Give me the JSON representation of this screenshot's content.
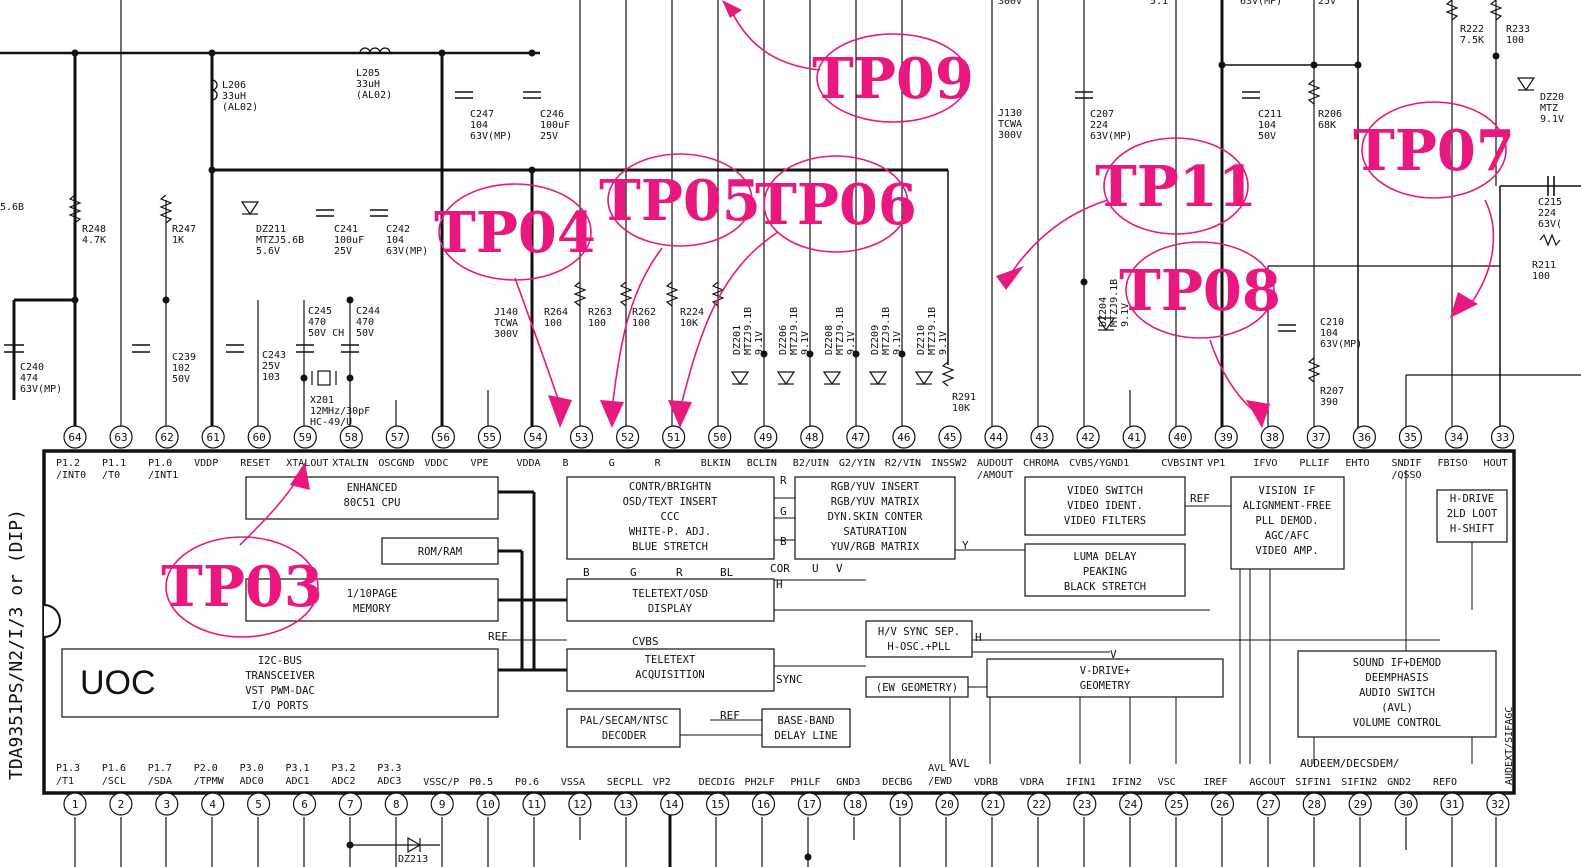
{
  "pins_top": [
    {
      "n": "64",
      "label": "P1.2\n/INT0"
    },
    {
      "n": "63",
      "label": "P1.1\n/T0"
    },
    {
      "n": "62",
      "label": "P1.0\n/INT1"
    },
    {
      "n": "61",
      "label": "VDDP"
    },
    {
      "n": "60",
      "label": "RESET"
    },
    {
      "n": "59",
      "label": "XTALOUT"
    },
    {
      "n": "58",
      "label": "XTALIN"
    },
    {
      "n": "57",
      "label": "OSCGND"
    },
    {
      "n": "56",
      "label": "VDDC"
    },
    {
      "n": "55",
      "label": "VPE"
    },
    {
      "n": "54",
      "label": "VDDA"
    },
    {
      "n": "53",
      "label": "B"
    },
    {
      "n": "52",
      "label": "G"
    },
    {
      "n": "51",
      "label": "R"
    },
    {
      "n": "50",
      "label": "BLKIN"
    },
    {
      "n": "49",
      "label": "BCLIN"
    },
    {
      "n": "48",
      "label": "B2/UIN"
    },
    {
      "n": "47",
      "label": "G2/YIN"
    },
    {
      "n": "46",
      "label": "R2/VIN"
    },
    {
      "n": "45",
      "label": "INSSW2"
    },
    {
      "n": "44",
      "label": "AUDOUT\n/AMOUT"
    },
    {
      "n": "43",
      "label": "CHROMA"
    },
    {
      "n": "42",
      "label": "CVBS/YGND1"
    },
    {
      "n": "41",
      "label": ""
    },
    {
      "n": "40",
      "label": "CVBSINT"
    },
    {
      "n": "39",
      "label": "VP1"
    },
    {
      "n": "38",
      "label": "IFVO"
    },
    {
      "n": "37",
      "label": "PLLIF"
    },
    {
      "n": "36",
      "label": "EHTO"
    },
    {
      "n": "35",
      "label": "SNDIF\n/QSSO"
    },
    {
      "n": "34",
      "label": "FBISO"
    },
    {
      "n": "33",
      "label": "HOUT"
    }
  ],
  "pins_bottom": [
    {
      "n": "1",
      "label": "P1.3\n/T1"
    },
    {
      "n": "2",
      "label": "P1.6\n/SCL"
    },
    {
      "n": "3",
      "label": "P1.7\n/SDA"
    },
    {
      "n": "4",
      "label": "P2.0\n/TPMW"
    },
    {
      "n": "5",
      "label": "P3.0\nADC0"
    },
    {
      "n": "6",
      "label": "P3.1\nADC1"
    },
    {
      "n": "7",
      "label": "P3.2\nADC2"
    },
    {
      "n": "8",
      "label": "P3.3\nADC3"
    },
    {
      "n": "9",
      "label": "VSSC/P"
    },
    {
      "n": "10",
      "label": "P0.5"
    },
    {
      "n": "11",
      "label": "P0.6"
    },
    {
      "n": "12",
      "label": "VSSA"
    },
    {
      "n": "13",
      "label": "SECPLL"
    },
    {
      "n": "14",
      "label": "VP2"
    },
    {
      "n": "15",
      "label": "DECDIG"
    },
    {
      "n": "16",
      "label": "PH2LF"
    },
    {
      "n": "17",
      "label": "PH1LF"
    },
    {
      "n": "18",
      "label": "GND3"
    },
    {
      "n": "19",
      "label": "DECBG"
    },
    {
      "n": "20",
      "label": "AVL\n/EWD"
    },
    {
      "n": "21",
      "label": "VDRB"
    },
    {
      "n": "22",
      "label": "VDRA"
    },
    {
      "n": "23",
      "label": "IFIN1"
    },
    {
      "n": "24",
      "label": "IFIN2"
    },
    {
      "n": "25",
      "label": "VSC"
    },
    {
      "n": "26",
      "label": "IREF"
    },
    {
      "n": "27",
      "label": "AGCOUT"
    },
    {
      "n": "28",
      "label": "SIFIN1"
    },
    {
      "n": "29",
      "label": "SIFIN2"
    },
    {
      "n": "30",
      "label": "GND2"
    },
    {
      "n": "31",
      "label": "REFO"
    },
    {
      "n": "32",
      "label": "AUDEXT/SIFAGC"
    }
  ],
  "blocks": [
    {
      "id": "cpu",
      "text": "ENHANCED\n80C51 CPU"
    },
    {
      "id": "romram",
      "text": "ROM/RAM"
    },
    {
      "id": "page",
      "text": "1/10PAGE\nMEMORY"
    },
    {
      "id": "i2c",
      "text": "I2C-BUS\nTRANSCEIVER\nVST PWM-DAC\nI/O PORTS"
    },
    {
      "id": "contr",
      "text": "CONTR/BRIGHTN\nOSD/TEXT INSERT\nCCC\nWHITE-P. ADJ.\nBLUE STRETCH"
    },
    {
      "id": "rgbyuv",
      "text": "RGB/YUV INSERT\nRGB/YUV MATRIX\nDYN.SKIN CONTER\nSATURATION\nYUV/RGB MATRIX"
    },
    {
      "id": "vswitch",
      "text": "VIDEO SWITCH\nVIDEO IDENT.\nVIDEO FILTERS"
    },
    {
      "id": "luma",
      "text": "LUMA DELAY\nPEAKING\nBLACK STRETCH"
    },
    {
      "id": "visionif",
      "text": "VISION IF\nALIGNMENT-FREE\nPLL DEMOD.\nAGC/AFC\nVIDEO AMP."
    },
    {
      "id": "hdrive",
      "text": "H-DRIVE\n2LD LOOT\nH-SHIFT"
    },
    {
      "id": "teletext",
      "text": "TELETEXT/OSD\nDISPLAY"
    },
    {
      "id": "acq",
      "text": "TELETEXT\nACQUISITION"
    },
    {
      "id": "hvsync",
      "text": "H/V SYNC SEP.\nH-OSC.+PLL"
    },
    {
      "id": "vdrive",
      "text": "V-DRIVE+\nGEOMETRY"
    },
    {
      "id": "ewgeo",
      "text": "(EW GEOMETRY)"
    },
    {
      "id": "sound",
      "text": "SOUND IF+DEMOD\nDEEMPHASIS\nAUDIO SWITCH\n(AVL)\nVOLUME CONTROL"
    },
    {
      "id": "pal",
      "text": "PAL/SECAM/NTSC\nDECODER"
    },
    {
      "id": "baseband",
      "text": "BASE-BAND\nDELAY LINE"
    }
  ],
  "uoc_label": "UOC",
  "side_text": "TDA9351PS/N2/I/3 or (DIP)",
  "signals": {
    "ref": "REF",
    "cvbs": "CVBS",
    "sync": "SYNC",
    "cor": "COR",
    "u": "U",
    "v": "V",
    "y": "Y",
    "h": "H",
    "r": "R",
    "g": "G",
    "b": "B",
    "bl": "BL",
    "avl": "AVL",
    "audeem": "AUDEEM/DECSDEM/"
  },
  "components": [
    {
      "text": "L206\n33uH\n(AL02)"
    },
    {
      "text": "L205\n33uH\n(AL02)"
    },
    {
      "text": "C247\n104\n63V(MP)"
    },
    {
      "text": "C246\n100uF\n25V"
    },
    {
      "text": "R248\n4.7K"
    },
    {
      "text": "R247\n1K"
    },
    {
      "text": "DZ211\nMTZJ5.6B\n5.6V"
    },
    {
      "text": "C241\n100uF\n25V"
    },
    {
      "text": "C242\n104\n63V(MP)"
    },
    {
      "text": "C240\n474\n63V(MP)"
    },
    {
      "text": "C239\n102\n50V"
    },
    {
      "text": "C243\n25V\n103"
    },
    {
      "text": "C245\n470\n50V CH"
    },
    {
      "text": "C244\n470\n50V"
    },
    {
      "text": "X201\n12MHz/30pF\nHC-49/U"
    },
    {
      "text": "J140\nTCWA\n300V"
    },
    {
      "text": "R264\n100"
    },
    {
      "text": "R263\n100"
    },
    {
      "text": "R262\n100"
    },
    {
      "text": "R224\n10K"
    },
    {
      "text": "DZ201\nMTZJ9.1B\n9.1V"
    },
    {
      "text": "DZ206\nMTZJ9.1B\n9.1V"
    },
    {
      "text": "DZ208\nMTZJ9.1B\n9.1V"
    },
    {
      "text": "DZ209\nMTZJ9.1B\n9.1V"
    },
    {
      "text": "DZ210\nMTZJ9.1B\n9.1V"
    },
    {
      "text": "R291\n10K"
    },
    {
      "text": "J130\nTCWA\n300V"
    },
    {
      "text": "C207\n224\n63V(MP)"
    },
    {
      "text": "DZ204\nMTZJ9.1B\n9.1V"
    },
    {
      "text": "C211\n104\n50V"
    },
    {
      "text": "R206\n68K"
    },
    {
      "text": "C210\n104\n63V(MP)"
    },
    {
      "text": "R207\n390"
    },
    {
      "text": "R222\n7.5K"
    },
    {
      "text": "R233\n100"
    },
    {
      "text": "C215\n224\n63V("
    },
    {
      "text": "R211\n100"
    },
    {
      "text": "DZ20\nMTZ\n9.1V"
    },
    {
      "text": "DZ213"
    },
    {
      "text": "300V"
    },
    {
      "text": "5.6B"
    },
    {
      "text": "63V(MP)"
    },
    {
      "text": "25V"
    },
    {
      "text": "5.1"
    }
  ],
  "test_points": [
    "TP03",
    "TP04",
    "TP05",
    "TP06",
    "TP07",
    "TP08",
    "TP09",
    "TP11"
  ],
  "colors": {
    "accent": "#e8187e",
    "ink": "#111111",
    "background": "#ffffff"
  }
}
